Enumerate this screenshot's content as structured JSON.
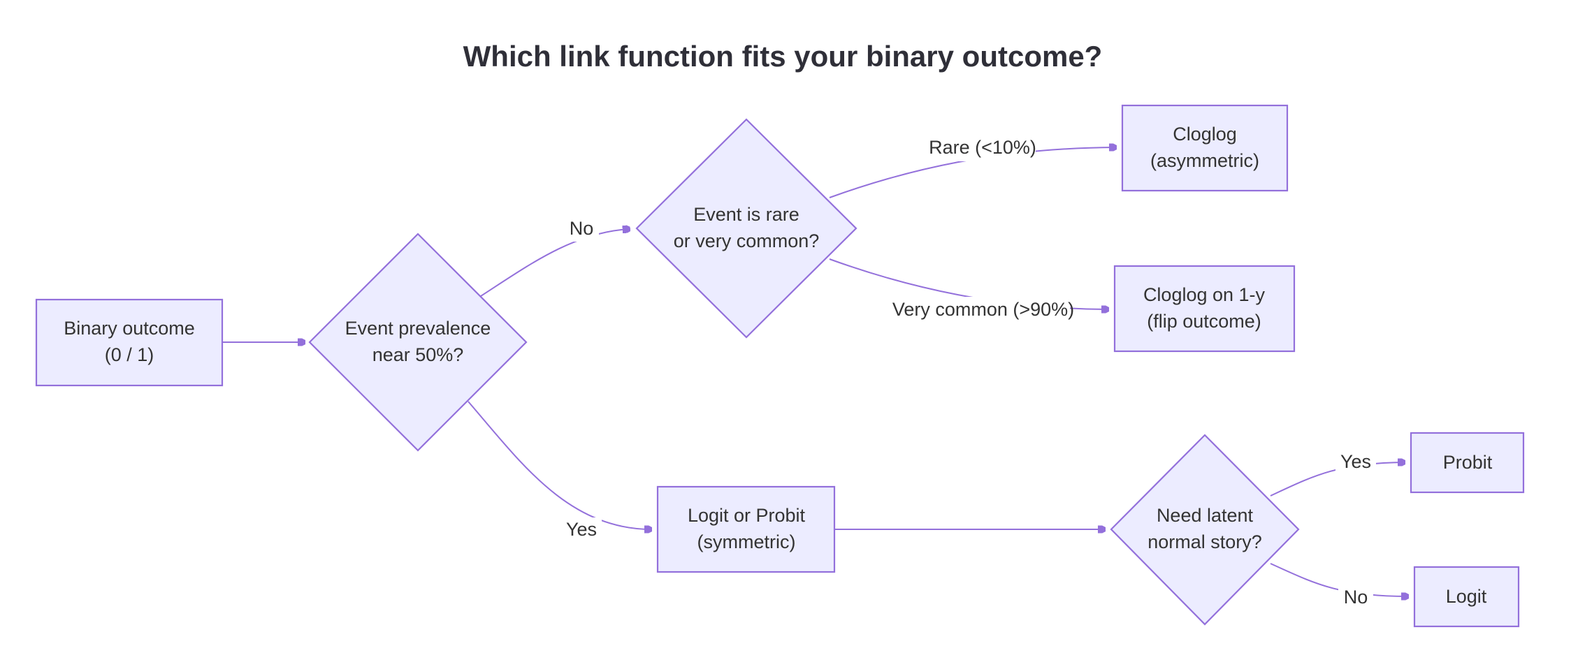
{
  "title": "Which link function fits your binary outcome?",
  "colors": {
    "node-fill": "#ECECFF",
    "node-border": "#9370DB",
    "edge": "#9370DB",
    "text": "#333333",
    "text-strong": "#2F2F38"
  },
  "nodes": {
    "binary_outcome": {
      "line1": "Binary outcome",
      "line2": "(0 / 1)"
    },
    "prevalence": {
      "line1": "Event prevalence",
      "line2": "near 50%?"
    },
    "rare_or_common": {
      "line1": "Event is rare",
      "line2": "or very common?"
    },
    "cloglog": {
      "line1": "Cloglog",
      "line2": "(asymmetric)"
    },
    "cloglog_flip": {
      "line1": "Cloglog on 1-y",
      "line2": "(flip outcome)"
    },
    "logit_or_probit": {
      "line1": "Logit or Probit",
      "line2": "(symmetric)"
    },
    "latent_normal": {
      "line1": "Need latent",
      "line2": "normal story?"
    },
    "probit": {
      "label": "Probit"
    },
    "logit": {
      "label": "Logit"
    }
  },
  "edge_labels": {
    "no1": "No",
    "yes1": "Yes",
    "rare": "Rare (<10%)",
    "very_common": "Very common (>90%)",
    "yes2": "Yes",
    "no2": "No"
  }
}
